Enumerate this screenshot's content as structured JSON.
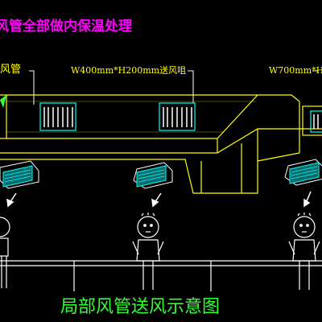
{
  "header_note": "风管全部做内保温处理",
  "labels": {
    "duct_left": "风管",
    "grille_mid": "W400mm*H200mm送风咀",
    "grille_right": "W700mm*H4"
  },
  "caption": "局部风管送风示意图",
  "colors": {
    "background": "#000000",
    "duct_outline": "#ffff00",
    "grille_cyan": "#00ffff",
    "callout_text": "#ffff00",
    "heading_text": "#ff00ff",
    "caption_text": "#33ff33",
    "figure_white": "#ffffff",
    "connector_line": "#ffffff"
  }
}
